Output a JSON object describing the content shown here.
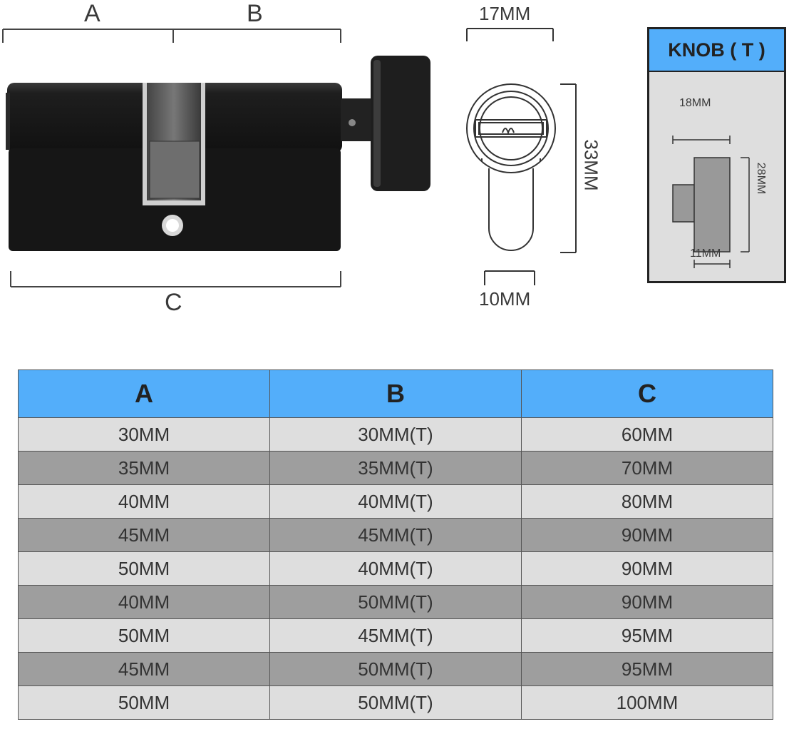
{
  "diagram": {
    "label_a": "A",
    "label_b": "B",
    "label_c": "C",
    "dim_17": "17MM",
    "dim_33": "33MM",
    "dim_10": "10MM"
  },
  "knob": {
    "title": "KNOB ( T )",
    "dim_18": "18MM",
    "dim_28": "28MM",
    "dim_11": "11MM"
  },
  "table": {
    "headers": [
      "A",
      "B",
      "C"
    ],
    "rows": [
      [
        "30MM",
        "30MM(T)",
        "60MM"
      ],
      [
        "35MM",
        "35MM(T)",
        "70MM"
      ],
      [
        "40MM",
        "40MM(T)",
        "80MM"
      ],
      [
        "45MM",
        "45MM(T)",
        "90MM"
      ],
      [
        "50MM",
        "40MM(T)",
        "90MM"
      ],
      [
        "40MM",
        "50MM(T)",
        "90MM"
      ],
      [
        "50MM",
        "45MM(T)",
        "95MM"
      ],
      [
        "45MM",
        "50MM(T)",
        "95MM"
      ],
      [
        "50MM",
        "50MM(T)",
        "100MM"
      ]
    ]
  },
  "colors": {
    "header_blue": "#53aefa",
    "row_light": "#dedede",
    "row_dark": "#9e9e9e",
    "lock_body": "#1c1c1c"
  }
}
